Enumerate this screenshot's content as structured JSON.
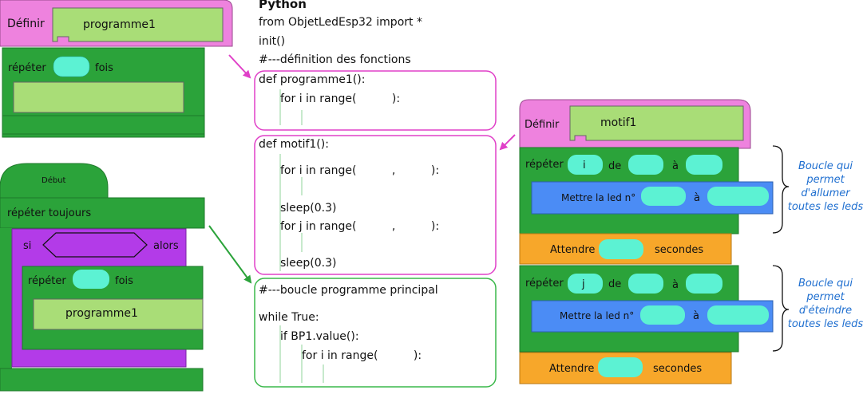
{
  "colors": {
    "pink": "#ee82de",
    "green": "#2ba33a",
    "purple": "#b33be8",
    "orange": "#f7a72a",
    "blue": "#4b8cf5",
    "slot_light_green": "#a9dd77",
    "slot_cyan": "#5cf2d3",
    "magenta_outline": "#e040c8",
    "green_outline": "#3ab84a",
    "note_blue": "#1f6fd0"
  },
  "blocks": {
    "define_programme1": {
      "label": "Définir",
      "name": "programme1"
    },
    "repeat_times": {
      "label": "répéter",
      "suffix": "fois"
    },
    "start": {
      "label": "Début"
    },
    "forever": {
      "label": "répéter  toujours"
    },
    "if_block": {
      "if_label": "si",
      "then_label": "alors"
    },
    "inner_repeat": {
      "label": "répéter",
      "suffix": "fois"
    },
    "call_programme1": {
      "label": "programme1"
    },
    "define_motif1": {
      "label": "Définir",
      "name": "motif1"
    },
    "loop_i": {
      "label": "répéter",
      "var": "i",
      "from": "de",
      "to": "à"
    },
    "set_led_1": {
      "label": "Mettre la led n°",
      "to": "à"
    },
    "wait_1": {
      "label": "Attendre",
      "unit": "secondes"
    },
    "loop_j": {
      "label": "répéter",
      "var": "j",
      "from": "de",
      "to": "à"
    },
    "set_led_2": {
      "label": "Mettre la led n°",
      "to": "à"
    },
    "wait_2": {
      "label": "Attendre",
      "unit": "secondes"
    }
  },
  "python": {
    "title": "Python",
    "header": [
      "from ObjetLedEsp32 import *",
      "init()",
      "#---définition des fonctions"
    ],
    "func1": {
      "def": "def programme1():",
      "for": "for i in range(          ):"
    },
    "func2": {
      "def": "def motif1():",
      "for_i": "for i in range(          ,          ):",
      "sleep1": "sleep(0.3)",
      "for_j": "for j in range(          ,          ):",
      "sleep2": "sleep(0.3)"
    },
    "main": {
      "comment": "#---boucle programme principal",
      "while": "while True:",
      "if": "if BP1.value():",
      "for": "for i in range(          ):"
    }
  },
  "notes": {
    "note1": [
      "Boucle qui",
      "permet",
      "d'allumer",
      "toutes les leds"
    ],
    "note2": [
      "Boucle qui",
      "permet",
      "d'éteindre",
      "toutes les leds"
    ]
  }
}
